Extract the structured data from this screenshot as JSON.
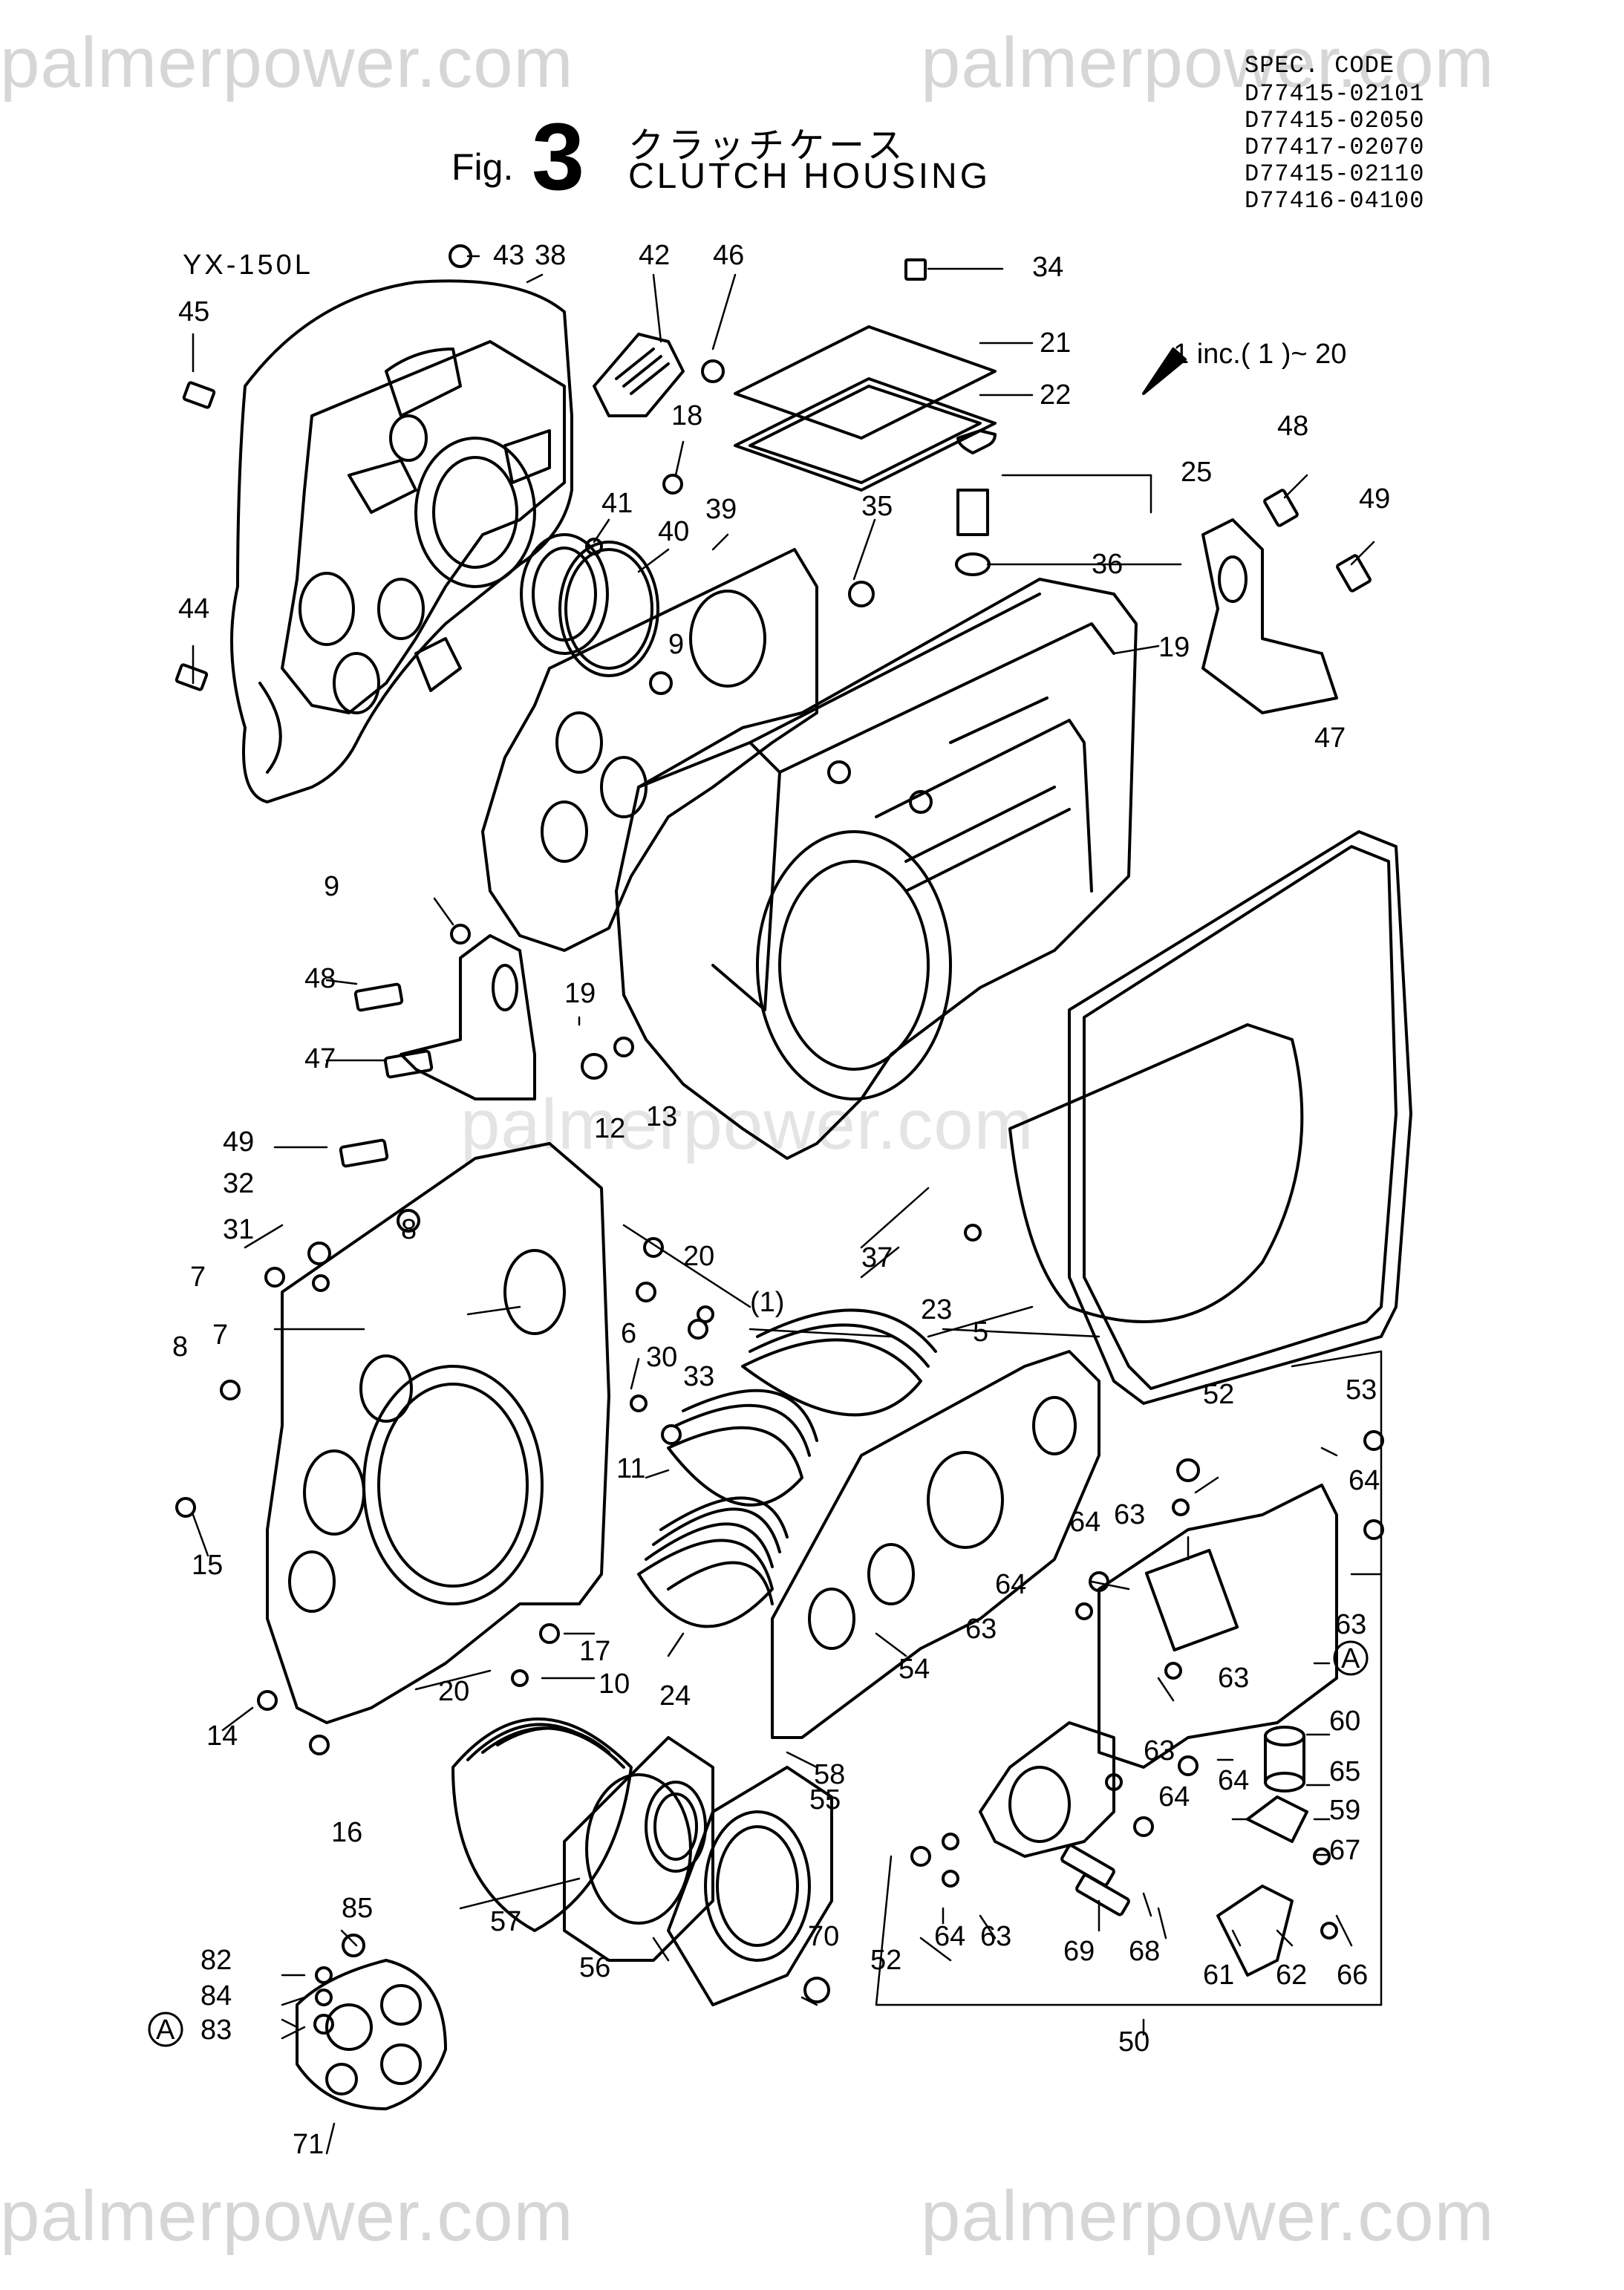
{
  "watermark": {
    "text": "palmerpower.com"
  },
  "header": {
    "fig_label": "Fig.",
    "fig_number": "3",
    "title_jp": "クラッチケース",
    "title_en": "CLUTCH HOUSING"
  },
  "spec": {
    "heading": "SPEC. CODE",
    "codes": [
      "D77415-02101",
      "D77415-02050",
      "D77417-02070",
      "D77415-02110",
      "D77416-04100"
    ]
  },
  "model": "YX-150L",
  "inc_note": "1  inc.( 1 )~ 20",
  "part_labels": [
    "43",
    "38",
    "42",
    "46",
    "34",
    "45",
    "21",
    "22",
    "18",
    "25",
    "48",
    "49",
    "35",
    "41",
    "40",
    "39",
    "36",
    "19",
    "47",
    "44",
    "9",
    "9",
    "48",
    "19",
    "47",
    "12",
    "13",
    "49",
    "8",
    "32",
    "31",
    "20",
    "7",
    "(1)",
    "37",
    "23",
    "5",
    "8",
    "7",
    "6",
    "30",
    "33",
    "52",
    "53",
    "11",
    "64",
    "64",
    "63",
    "15",
    "17",
    "10",
    "24",
    "54",
    "64",
    "63",
    "63",
    "A",
    "14",
    "20",
    "63",
    "60",
    "63",
    "64",
    "65",
    "16",
    "58",
    "55",
    "64",
    "59",
    "67",
    "85",
    "57",
    "56",
    "70",
    "64",
    "63",
    "69",
    "68",
    "61",
    "62",
    "66",
    "82",
    "84",
    "A",
    "83",
    "52",
    "50",
    "71"
  ]
}
